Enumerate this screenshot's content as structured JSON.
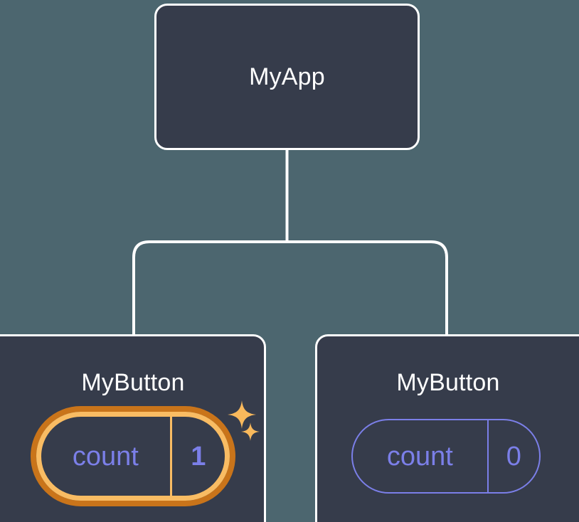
{
  "diagram": {
    "type": "component-tree",
    "background_color": "#4c666f",
    "node_fill_color": "#363c4b",
    "node_border_color": "#ffffff",
    "connector_color": "#ffffff",
    "accent_highlight_outer": "#c9741a",
    "accent_highlight_inner": "#f9bc63",
    "state_text_color": "#7b7fe8",
    "root": {
      "label": "MyApp"
    },
    "children": [
      {
        "label": "MyButton",
        "highlighted": true,
        "state": {
          "key": "count",
          "value": "1"
        },
        "sparkles": [
          {
            "name": "sparkle-large"
          },
          {
            "name": "sparkle-small"
          }
        ]
      },
      {
        "label": "MyButton",
        "highlighted": false,
        "state": {
          "key": "count",
          "value": "0"
        }
      }
    ]
  }
}
